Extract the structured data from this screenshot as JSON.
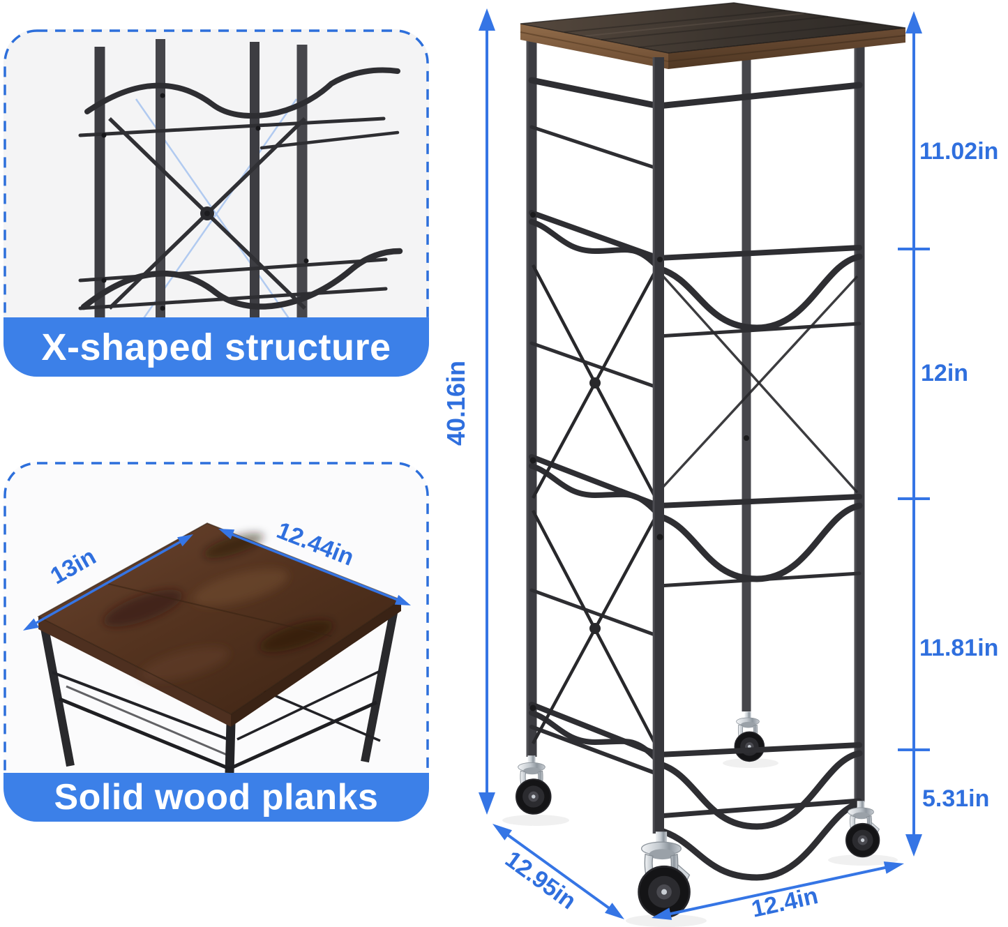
{
  "colors": {
    "accent": "#3575e5",
    "accent_text": "#2f6fde",
    "banner": "#3c80e8",
    "dash_border": "#2d6fdb",
    "banner_text": "#ffffff",
    "bg": "#ffffff"
  },
  "callouts": {
    "x_structure": {
      "caption": "X-shaped structure"
    },
    "wood_planks": {
      "caption": "Solid wood planks",
      "top_depth": "13in",
      "top_width": "12.44in"
    }
  },
  "product_dimensions": {
    "total_height": "40.16in",
    "top_section": "11.02in",
    "middle_section": "12in",
    "lower_section": "11.81in",
    "base_section": "5.31in",
    "depth": "12.95in",
    "width": "12.4in"
  }
}
